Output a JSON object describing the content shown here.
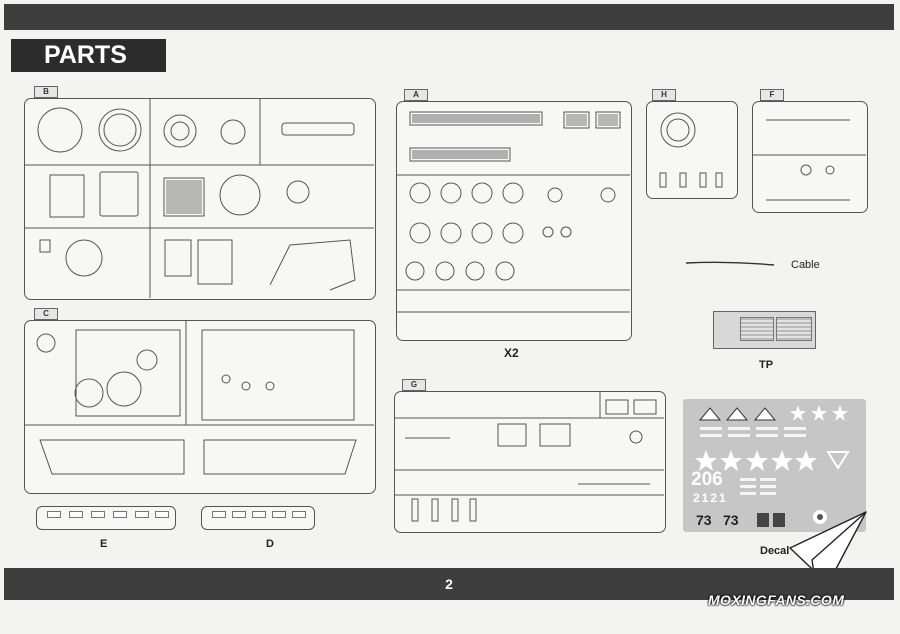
{
  "header": {
    "title": "PARTS"
  },
  "footer": {
    "page_number": "2"
  },
  "sprues": {
    "B": {
      "tab": "B"
    },
    "C": {
      "tab": "C"
    },
    "A": {
      "tab": "A",
      "multiplier": "X2"
    },
    "H": {
      "tab": "H"
    },
    "F": {
      "tab": "F"
    },
    "G": {
      "tab": "G"
    }
  },
  "tracks": {
    "E": "E",
    "D": "D"
  },
  "extras": {
    "cable": "Cable",
    "photo_etch": "TP",
    "decal": "Decal"
  },
  "decals": {
    "big_number": "206",
    "hull_number": "2121",
    "turret_number_1": "73",
    "turret_number_2": "73"
  },
  "watermark": "MOXINGFANS.COM"
}
